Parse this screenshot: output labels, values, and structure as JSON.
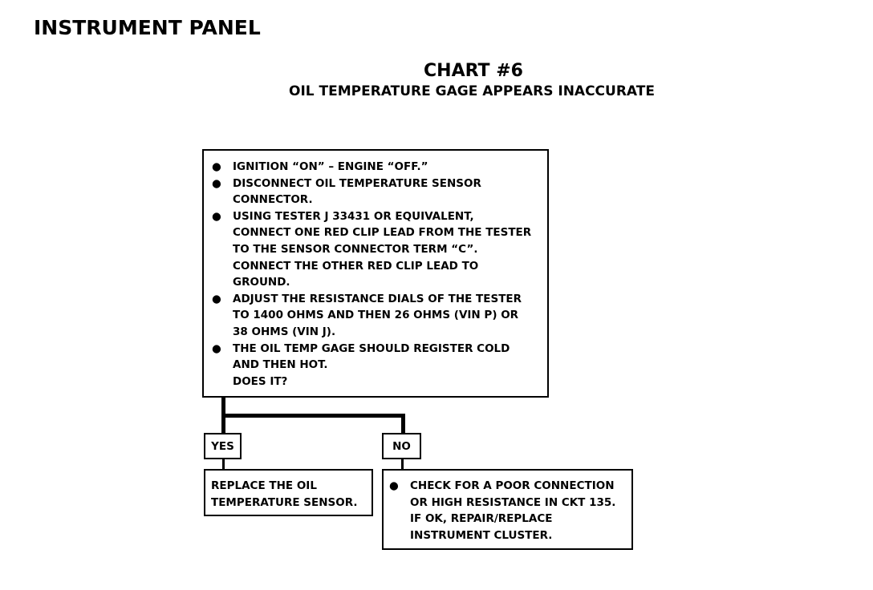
{
  "section_title": "INSTRUMENT PANEL",
  "chart_title": "CHART #6",
  "chart_subtitle": "OIL TEMPERATURE GAGE APPEARS INACCURATE",
  "bullet_glyph": "●",
  "main_box": {
    "steps": [
      {
        "lines": [
          "IGNITION “ON” – ENGINE “OFF.”"
        ]
      },
      {
        "lines": [
          "DISCONNECT OIL TEMPERATURE SENSOR",
          "CONNECTOR."
        ]
      },
      {
        "lines": [
          "USING TESTER J 33431 OR EQUIVALENT,",
          "CONNECT ONE RED CLIP LEAD FROM THE TESTER",
          "TO THE SENSOR CONNECTOR TERM “C”.",
          "CONNECT THE OTHER RED CLIP LEAD TO",
          "GROUND."
        ]
      },
      {
        "lines": [
          "ADJUST THE RESISTANCE DIALS OF THE TESTER",
          "TO 1400 OHMS AND THEN 26 OHMS (VIN P) OR",
          "38 OHMS (VIN J)."
        ]
      },
      {
        "lines": [
          "THE OIL TEMP GAGE SHOULD REGISTER COLD",
          "AND THEN HOT.",
          "DOES IT?"
        ]
      }
    ]
  },
  "yes_branch": {
    "label": "YES",
    "result_lines": [
      "REPLACE THE OIL",
      "TEMPERATURE SENSOR."
    ]
  },
  "no_branch": {
    "label": "NO",
    "result_lines": [
      "CHECK FOR A POOR CONNECTION",
      "OR HIGH RESISTANCE IN CKT 135.",
      "IF OK, REPAIR/REPLACE",
      "INSTRUMENT CLUSTER."
    ]
  }
}
